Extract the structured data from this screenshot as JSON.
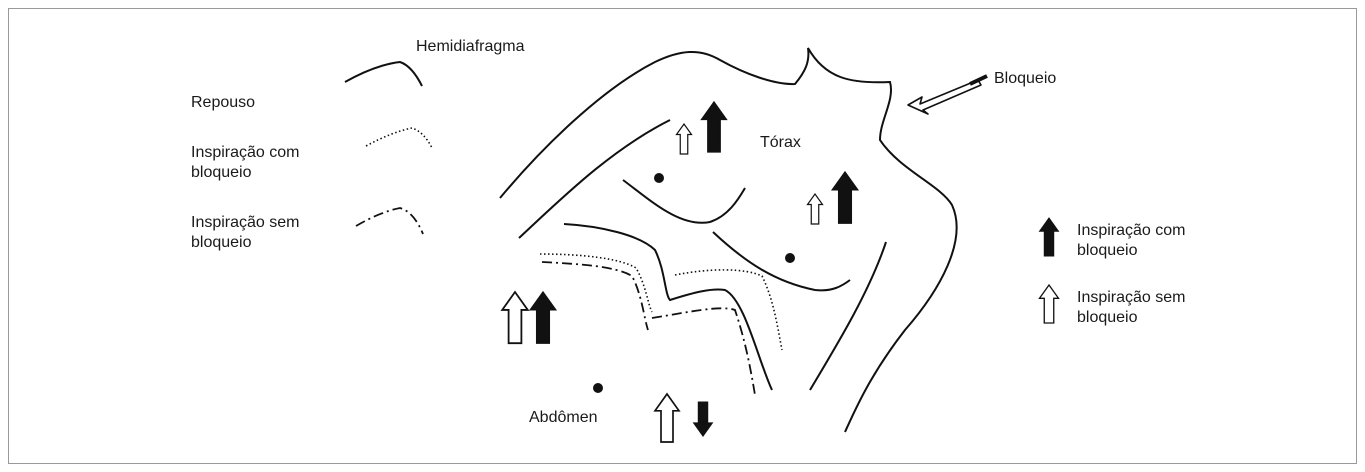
{
  "legend_left": {
    "title": "Hemidiafragma",
    "items": [
      {
        "label": "Repouso",
        "line_style": "solid"
      },
      {
        "label_line1": "Inspiração com",
        "label_line2": "bloqueio",
        "line_style": "dotted"
      },
      {
        "label_line1": "Inspiração sem",
        "label_line2": "bloqueio",
        "line_style": "dash-dot"
      }
    ]
  },
  "regions": {
    "thorax": "Tórax",
    "abdomen": "Abdômen",
    "blockade": "Bloqueio"
  },
  "legend_right": {
    "filled_arrow": {
      "line1": "Inspiração com",
      "line2": "bloqueio",
      "fill": "#1a1a1a"
    },
    "open_arrow": {
      "line1": "Inspiração sem",
      "line2": "bloqueio",
      "fill": "#ffffff"
    }
  }
}
